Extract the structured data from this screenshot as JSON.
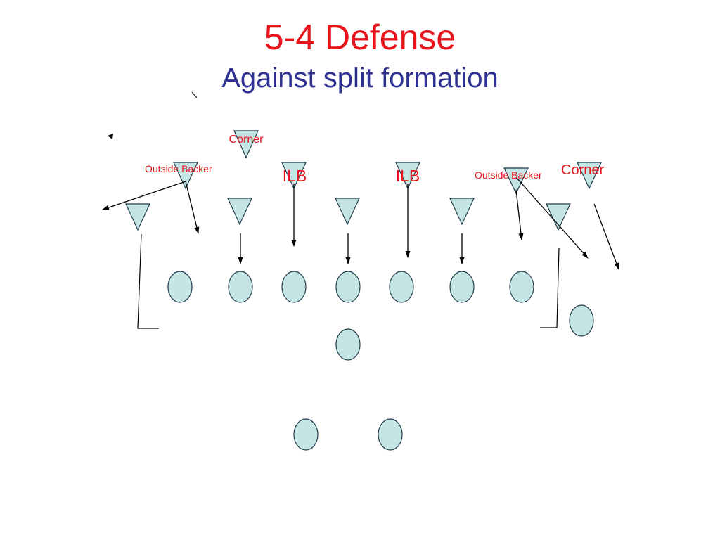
{
  "slide": {
    "title": "5-4 Defense",
    "subtitle": "Against split formation"
  },
  "labels": {
    "corner_left": "Corner",
    "outside_backer_left": "Outside Backer",
    "ilb_left": "ILB",
    "ilb_right": "ILB",
    "outside_backer_right": "Outside Backer",
    "corner_right": "Corner"
  },
  "colors": {
    "title": "#e8141c",
    "subtitle": "#2e3192",
    "label": "#e8141c",
    "symbol_fill": "#c5e4e4",
    "symbol_stroke": "#1f3a4a",
    "line": "#000000"
  },
  "icons": {
    "defender": "triangle-down-icon",
    "offense_player": "oval-icon"
  }
}
